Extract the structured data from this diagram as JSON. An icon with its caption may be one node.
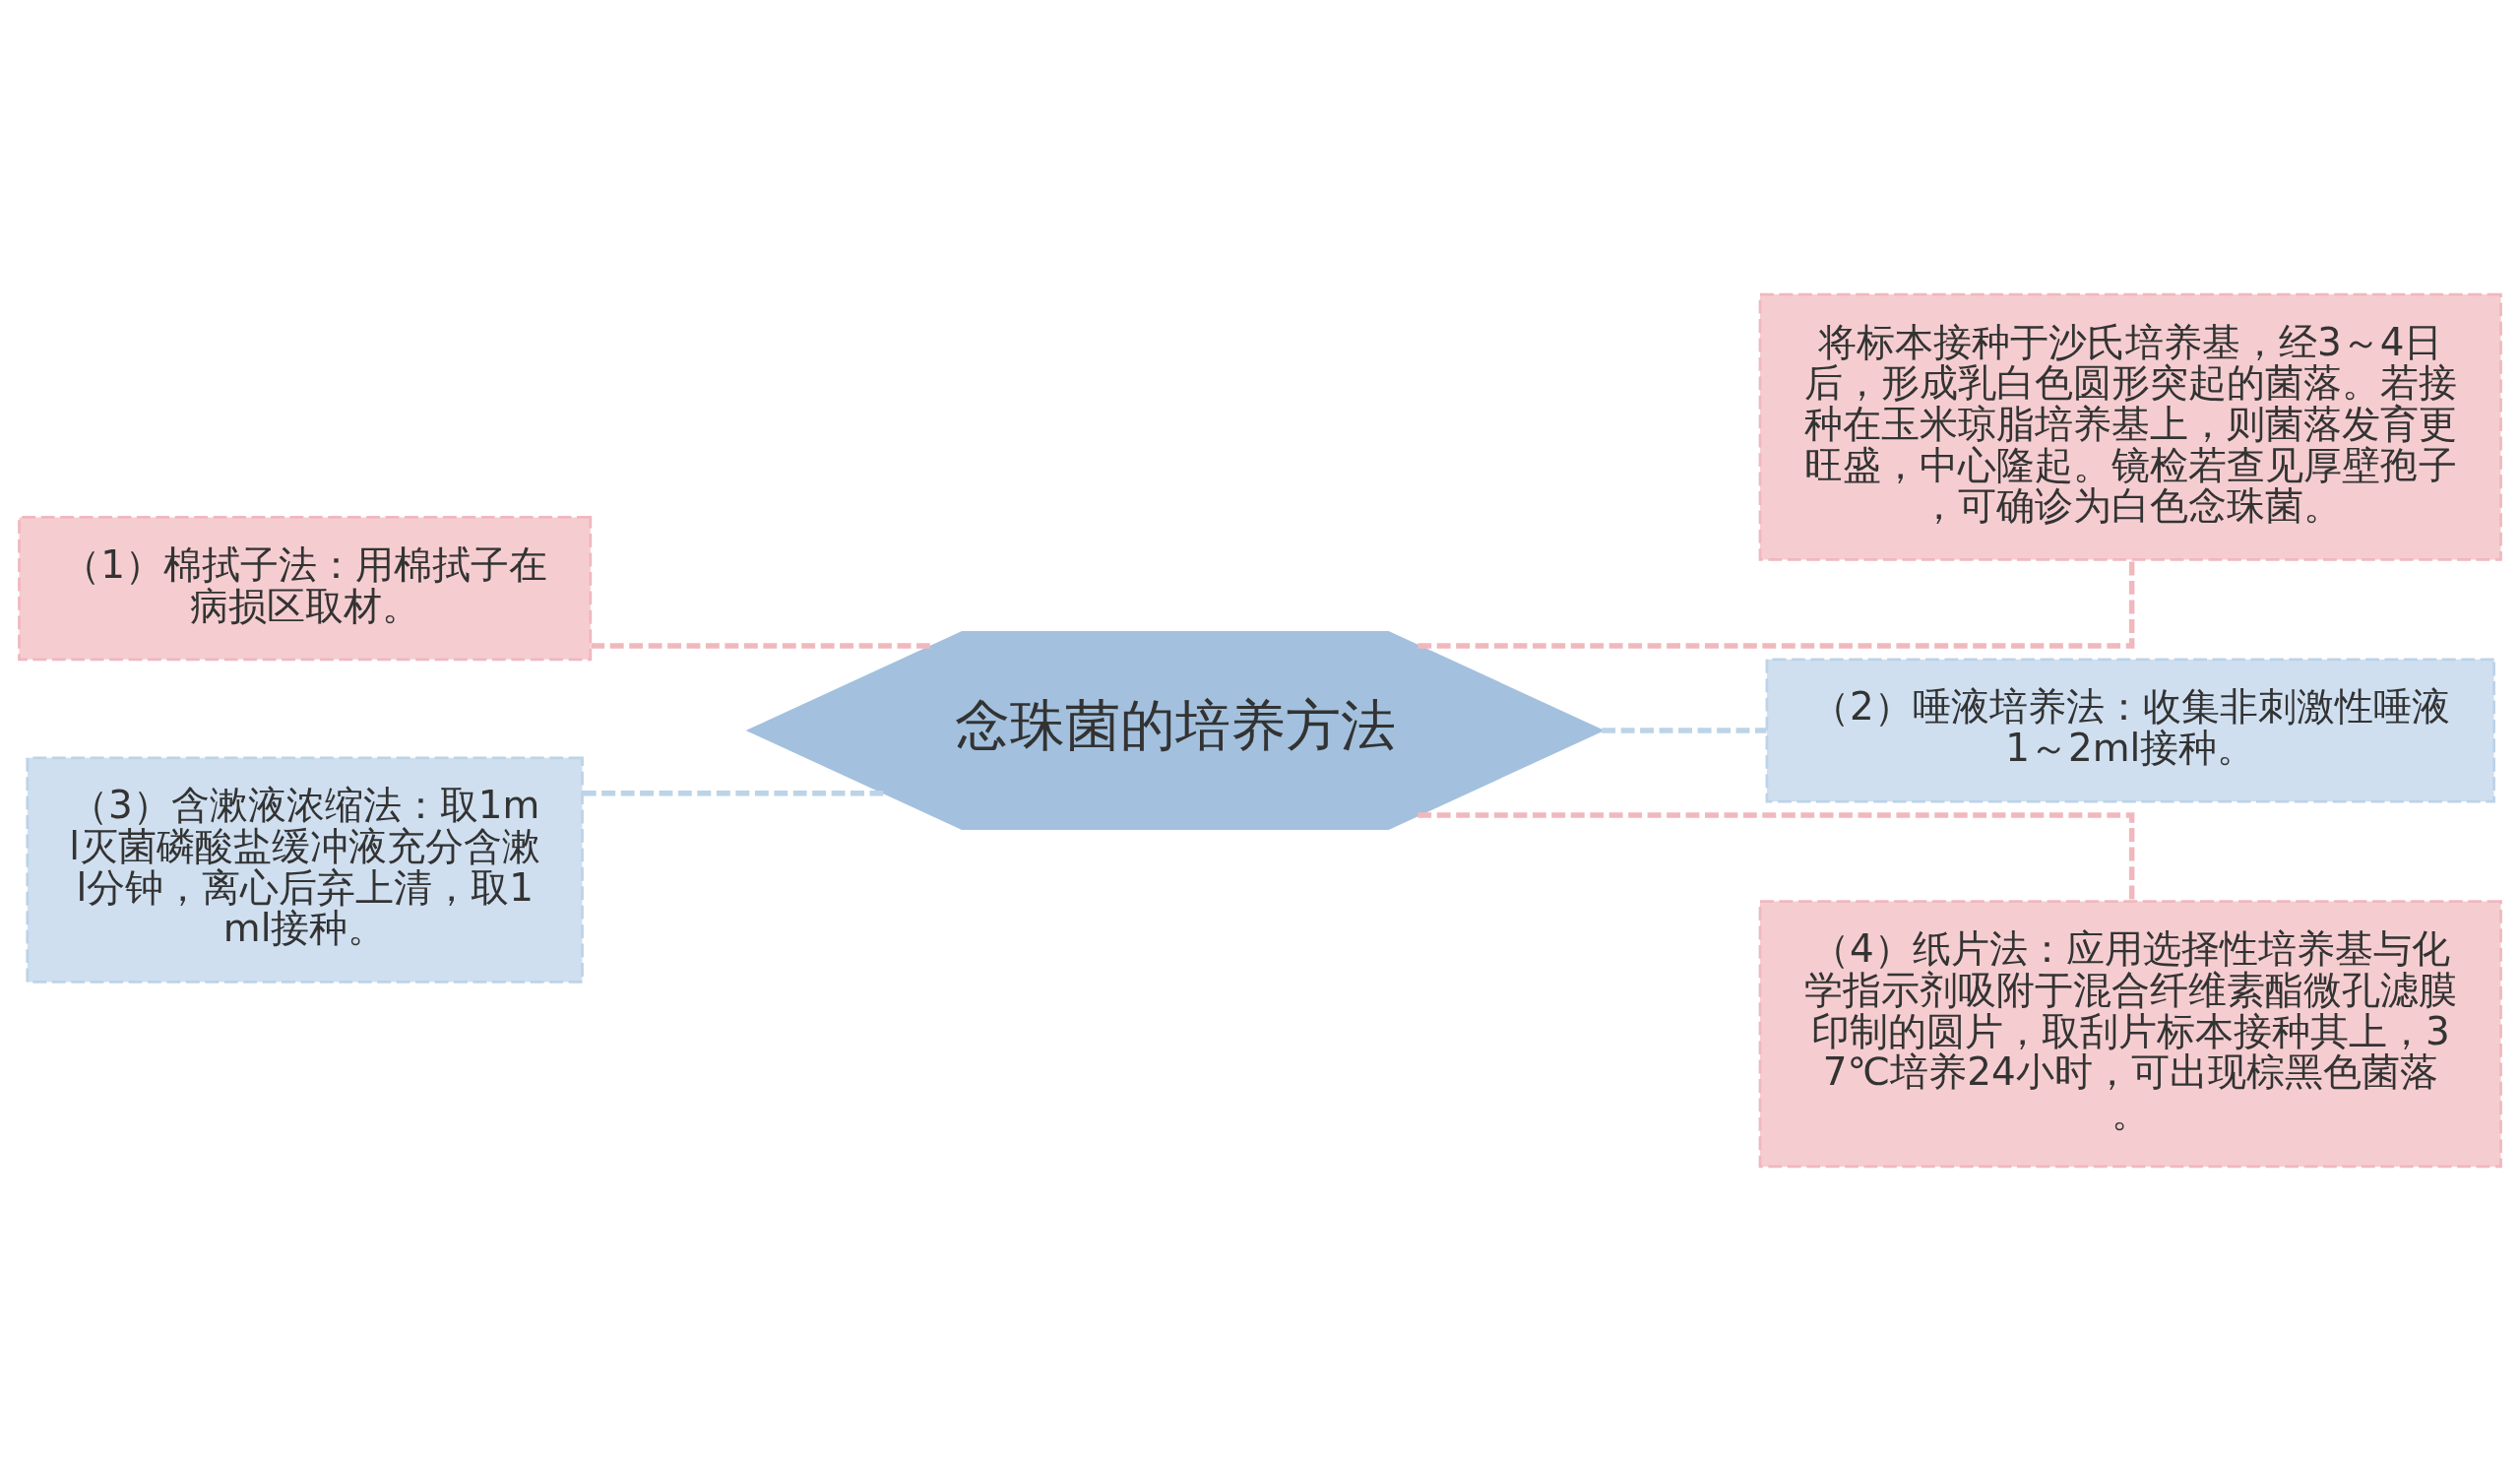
{
  "diagram": {
    "nodes": [
      {
        "text": [
          "念珠菌的培养方法"
        ]
      },
      {
        "text": [
          "（1）棉拭子法：用棉拭子在病损区取材。"
        ]
      },
      {
        "text": [
          "（3）含漱液浓缩法：取1ml灭菌磷酸盐缓冲液充分含漱l分钟，离心后弃上清，取1ml接种。"
        ]
      },
      {
        "text": [
          "将标本接种于沙氏培养基，经3～4日后，形成乳白色圆形突起的菌落。若接种在玉米琼脂培养基上，则菌落发育更旺盛，中心隆起。镜检若查见厚壁孢子，可确诊为白色念珠菌。"
        ]
      },
      {
        "text": [
          "（2）唾液培养法：收集非刺激性唾液1～2ml接种。"
        ]
      },
      {
        "text": [
          "（4）纸片法：应用选择性培养基与化学指示剂吸附于混合纤维素酯微孔滤膜印制的圆片，取刮片标本接种其上，37℃培养24小时，可出现棕黑色菌落。"
        ]
      }
    ],
    "edges": [
      {
        "from": 0,
        "to": 1,
        "arrow": "none",
        "style": "dashed"
      },
      {
        "from": 0,
        "to": 2,
        "arrow": "none",
        "style": "dashed",
        "color": "#bcd3e8"
      },
      {
        "from": 0,
        "to": 3,
        "arrow": "none",
        "style": "dashed"
      },
      {
        "from": 0,
        "to": 4,
        "arrow": "none",
        "style": "dashed",
        "color": "#bcd3e8"
      },
      {
        "from": 0,
        "to": 5,
        "arrow": "none",
        "style": "dashed"
      }
    ]
  }
}
